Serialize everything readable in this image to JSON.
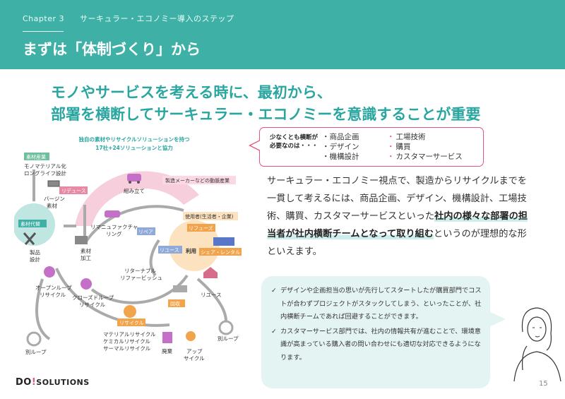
{
  "header": {
    "chapter_num": "Chapter 3",
    "chapter_title": "サーキュラー・エコノミー導入のステップ",
    "title": "まずは「体制づくり」から"
  },
  "headline": {
    "line1": "モノやサービスを考える時に、最初から、",
    "line2": "部署を横断してサーキュラー・エコノミーを意識することが重要"
  },
  "need_box": {
    "label": "少なくとも横断が必要なのは・・・",
    "col1": [
      "商品企画",
      "デザイン",
      "機構設計"
    ],
    "col2": [
      "工場技術",
      "購買",
      "カスタマーサービス"
    ],
    "bullet": "・"
  },
  "body": {
    "part1": "サーキュラー・エコノミー視点で、製造からリサイクルまでを一貫して考えるには、商品企画、デザイン、機構設計、工場技術、購買、カスタマーサービスといった",
    "emphasis": "社内の様々な部署の担当者が社内横断チームとなって取り組む",
    "part2": "というのが理想的な形といえます。"
  },
  "bubble": {
    "items": [
      "デザインや企画担当の思いが先行してスタートしたが購買部門でコストが合わずプロジェクトがスタックしてしまう、といったことが、社内横断チームであれば回避することができます。",
      "カスタマーサービス部門では、社内の情報共有が進むことで、環境意識が高まっている購入者の問い合わせにも適切な対応できるようになります。"
    ],
    "check": "✓"
  },
  "diagram": {
    "top_note_1": "独自の素材やリサイクルソリューションを持つ",
    "top_note_2": "17社+24ソリューションと協力",
    "material_industry": "素材産業",
    "mono_material_1": "モノマテリアル化",
    "mono_material_2": "ロングライフ設計",
    "reduce": "リデュース",
    "virgin_1": "バージン",
    "virgin_2": "素材",
    "assembly": "組み立て",
    "manufacturer": "製造メーカーなどの動脈産業",
    "material_alt": "素材代替",
    "product_design_1": "製品",
    "product_design_2": "設計",
    "material_process_1": "素材",
    "material_process_2": "加工",
    "remanufacturing_1": "リマニュファクチャ",
    "remanufacturing_2": "リング",
    "repair": "リペア",
    "reuse_inner": "リユース",
    "use": "利用",
    "users": "使用者(生活者・企業)",
    "refurbish": "リフューズ",
    "share_rental": "シェア・レンタル",
    "returnable_1": "リターナブル",
    "returnable_2": "リファービッシュ",
    "open_loop_1": "オープンループ",
    "open_loop_2": "リサイクル",
    "closed_loop_1": "クローズドループ",
    "closed_loop_2": "リサイクル",
    "reuse": "リユース",
    "collect": "回収",
    "recycle": "リサイクル",
    "recycle_types_1": "マテリアルリサイクル",
    "recycle_types_2": "ケミカルリサイクル",
    "recycle_types_3": "サーマルリサイクル",
    "other_loop_left": "別ループ",
    "other_loop_right": "別ループ",
    "disposal": "廃棄",
    "upcycle_1": "アップ",
    "upcycle_2": "サイクル"
  },
  "logo": {
    "main": "DO",
    "bang": "!",
    "rest": "SOLUTIONS"
  },
  "page_number": "15",
  "colors": {
    "teal": "#3fb0a6",
    "headline": "#2aa6a0",
    "pink": "#e8547a",
    "bubble": "#e4f4f2"
  }
}
